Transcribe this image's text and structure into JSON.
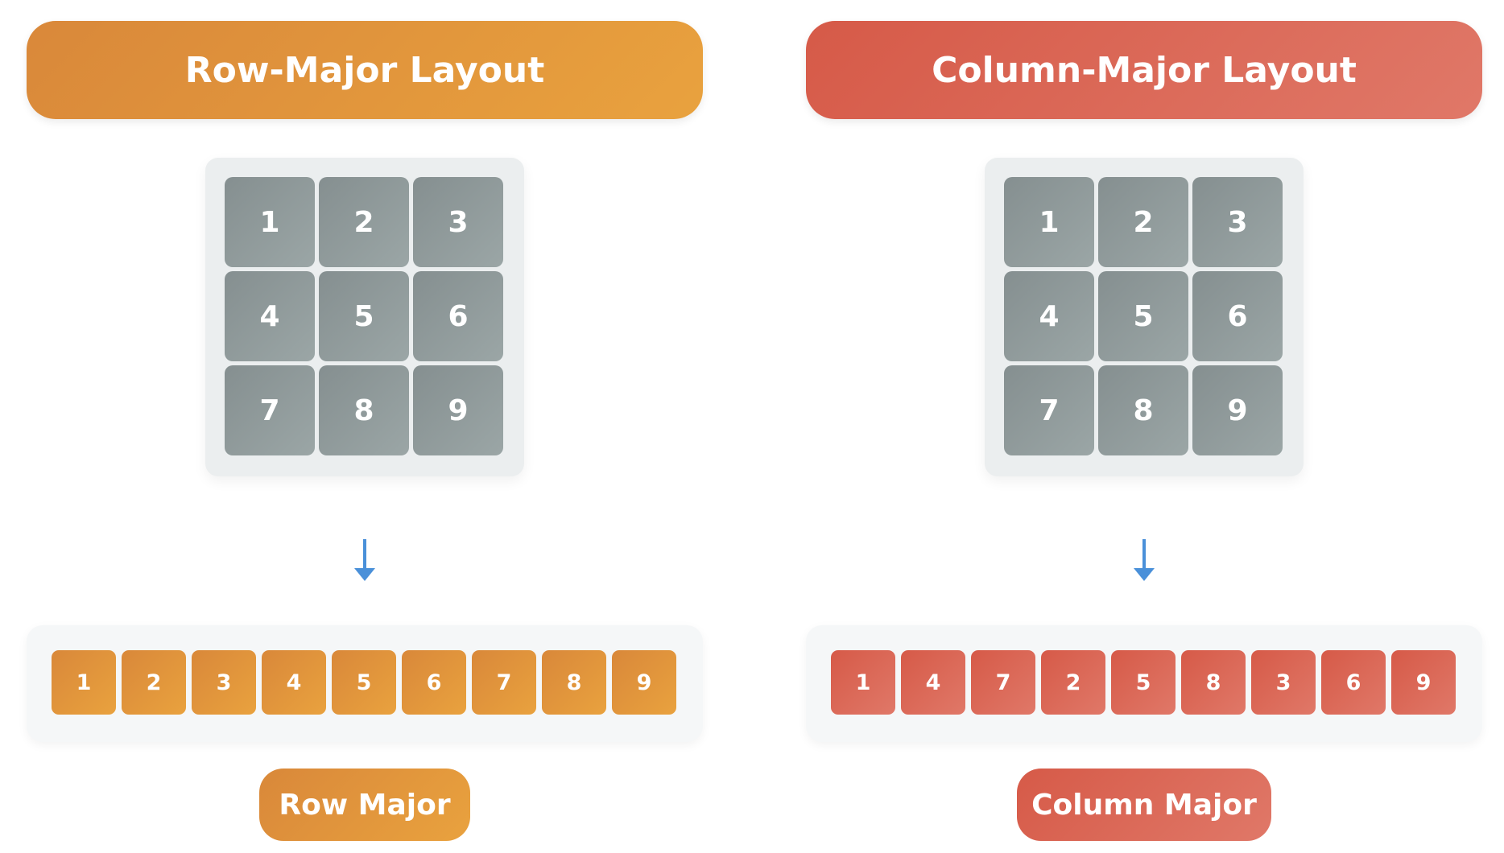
{
  "row_major": {
    "title": "Row-Major Layout",
    "grid": [
      "1",
      "2",
      "3",
      "4",
      "5",
      "6",
      "7",
      "8",
      "9"
    ],
    "memory": [
      "1",
      "2",
      "3",
      "4",
      "5",
      "6",
      "7",
      "8",
      "9"
    ],
    "label": "Row Major",
    "accent": "#e09640"
  },
  "column_major": {
    "title": "Column-Major Layout",
    "grid": [
      "1",
      "2",
      "3",
      "4",
      "5",
      "6",
      "7",
      "8",
      "9"
    ],
    "memory": [
      "1",
      "4",
      "7",
      "2",
      "5",
      "8",
      "3",
      "6",
      "9"
    ],
    "label": "Column Major",
    "accent": "#db6655"
  },
  "colors": {
    "cell_gray": "#929c9d",
    "arrow_blue": "#4a90d9",
    "frame": "#ebeeef"
  },
  "icons": {
    "arrow": "arrow-down-icon"
  }
}
